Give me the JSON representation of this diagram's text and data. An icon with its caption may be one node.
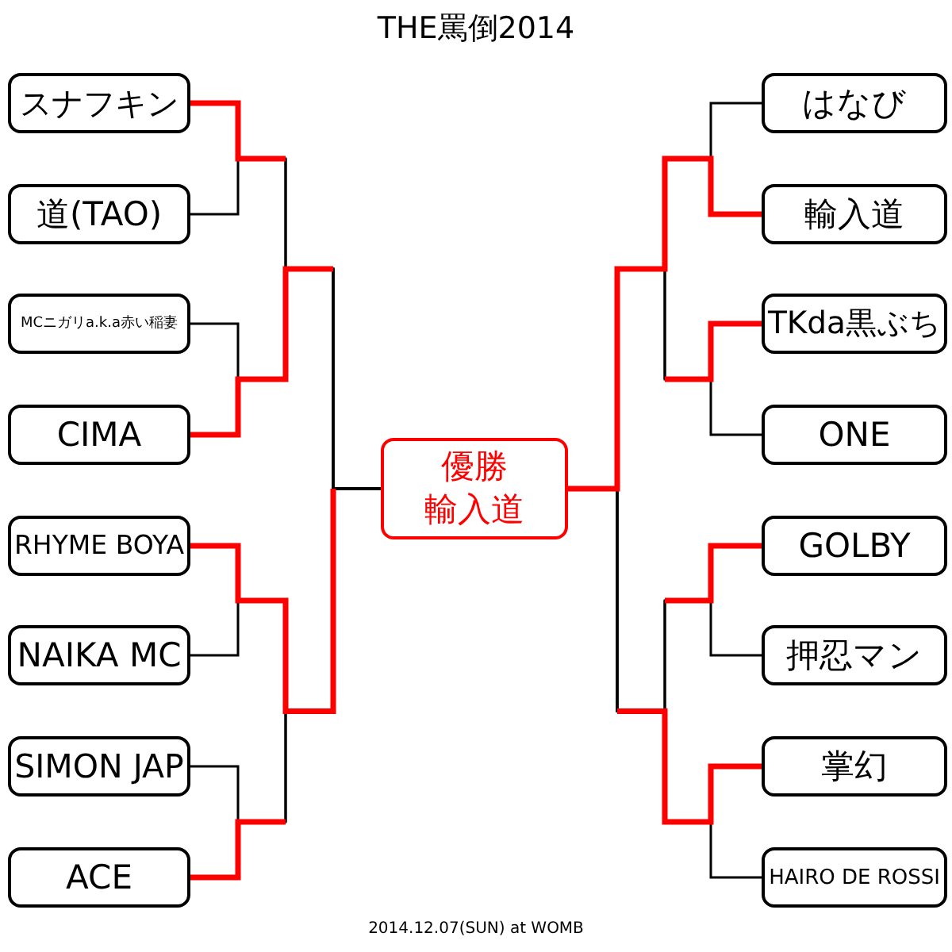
{
  "diagram": {
    "title": "THE罵倒2014",
    "nodes": [
      {
        "text": [
          "スナフキン"
        ]
      },
      {
        "text": [
          "道(TAO)"
        ]
      },
      {
        "text": [
          "MCニガリa.k.a赤い稲妻"
        ]
      },
      {
        "text": [
          "CIMA"
        ]
      },
      {
        "text": [
          "RHYME BOYA"
        ]
      },
      {
        "text": [
          "NAIKA MC"
        ]
      },
      {
        "text": [
          "SIMON JAP"
        ]
      },
      {
        "text": [
          "ACE"
        ]
      },
      {
        "text": [
          "優勝",
          "輸入道"
        ]
      },
      {
        "text": [
          "はなび"
        ]
      },
      {
        "text": [
          "輸入道"
        ]
      },
      {
        "text": [
          "TKda黒ぶち"
        ]
      },
      {
        "text": [
          "ONE"
        ]
      },
      {
        "text": [
          "GOLBY"
        ]
      },
      {
        "text": [
          "押忍マン"
        ]
      },
      {
        "text": [
          "掌幻"
        ]
      },
      {
        "text": [
          "HAIRO DE ROSSI"
        ]
      }
    ],
    "edges": [
      {
        "from": 0,
        "to": 8,
        "arrow": "none"
      },
      {
        "from": 1,
        "to": 8,
        "arrow": "none"
      },
      {
        "from": 2,
        "to": 8,
        "arrow": "none"
      },
      {
        "from": 3,
        "to": 8,
        "arrow": "none",
        "style": "thick",
        "color": "#ff0000"
      },
      {
        "from": 4,
        "to": 8,
        "arrow": "none",
        "style": "thick",
        "color": "#ff0000"
      },
      {
        "from": 5,
        "to": 8,
        "arrow": "none"
      },
      {
        "from": 6,
        "to": 8,
        "arrow": "none"
      },
      {
        "from": 7,
        "to": 8,
        "arrow": "none"
      },
      {
        "from": 9,
        "to": 8,
        "arrow": "none"
      },
      {
        "from": 10,
        "to": 8,
        "arrow": "none",
        "style": "thick",
        "color": "#ff0000"
      },
      {
        "from": 11,
        "to": 8,
        "arrow": "none"
      },
      {
        "from": 12,
        "to": 8,
        "arrow": "none"
      },
      {
        "from": 13,
        "to": 8,
        "arrow": "none"
      },
      {
        "from": 14,
        "to": 8,
        "arrow": "none"
      },
      {
        "from": 15,
        "to": 8,
        "arrow": "none",
        "style": "thick",
        "color": "#ff0000"
      },
      {
        "from": 16,
        "to": 8,
        "arrow": "none"
      }
    ],
    "labels": [
      "2014.12.07(SUN) at WOMB"
    ]
  }
}
